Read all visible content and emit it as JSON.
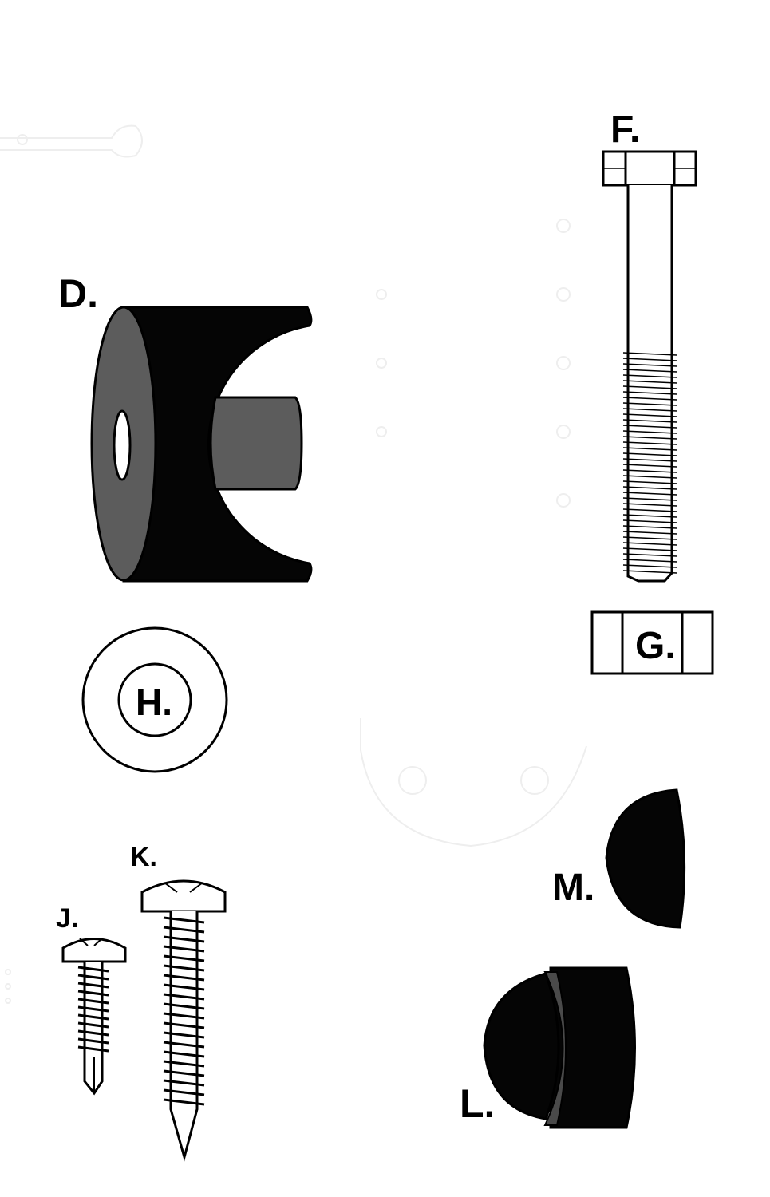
{
  "labels": {
    "d": "D.",
    "f": "F.",
    "g": "G.",
    "h": "H.",
    "j": "J.",
    "k": "K.",
    "l": "L.",
    "m": "M."
  },
  "colors": {
    "ink": "#000000",
    "rubber": "#050505",
    "gray_face": "#5c5c5c",
    "paper": "#ffffff",
    "faint": "#eeeeee"
  }
}
